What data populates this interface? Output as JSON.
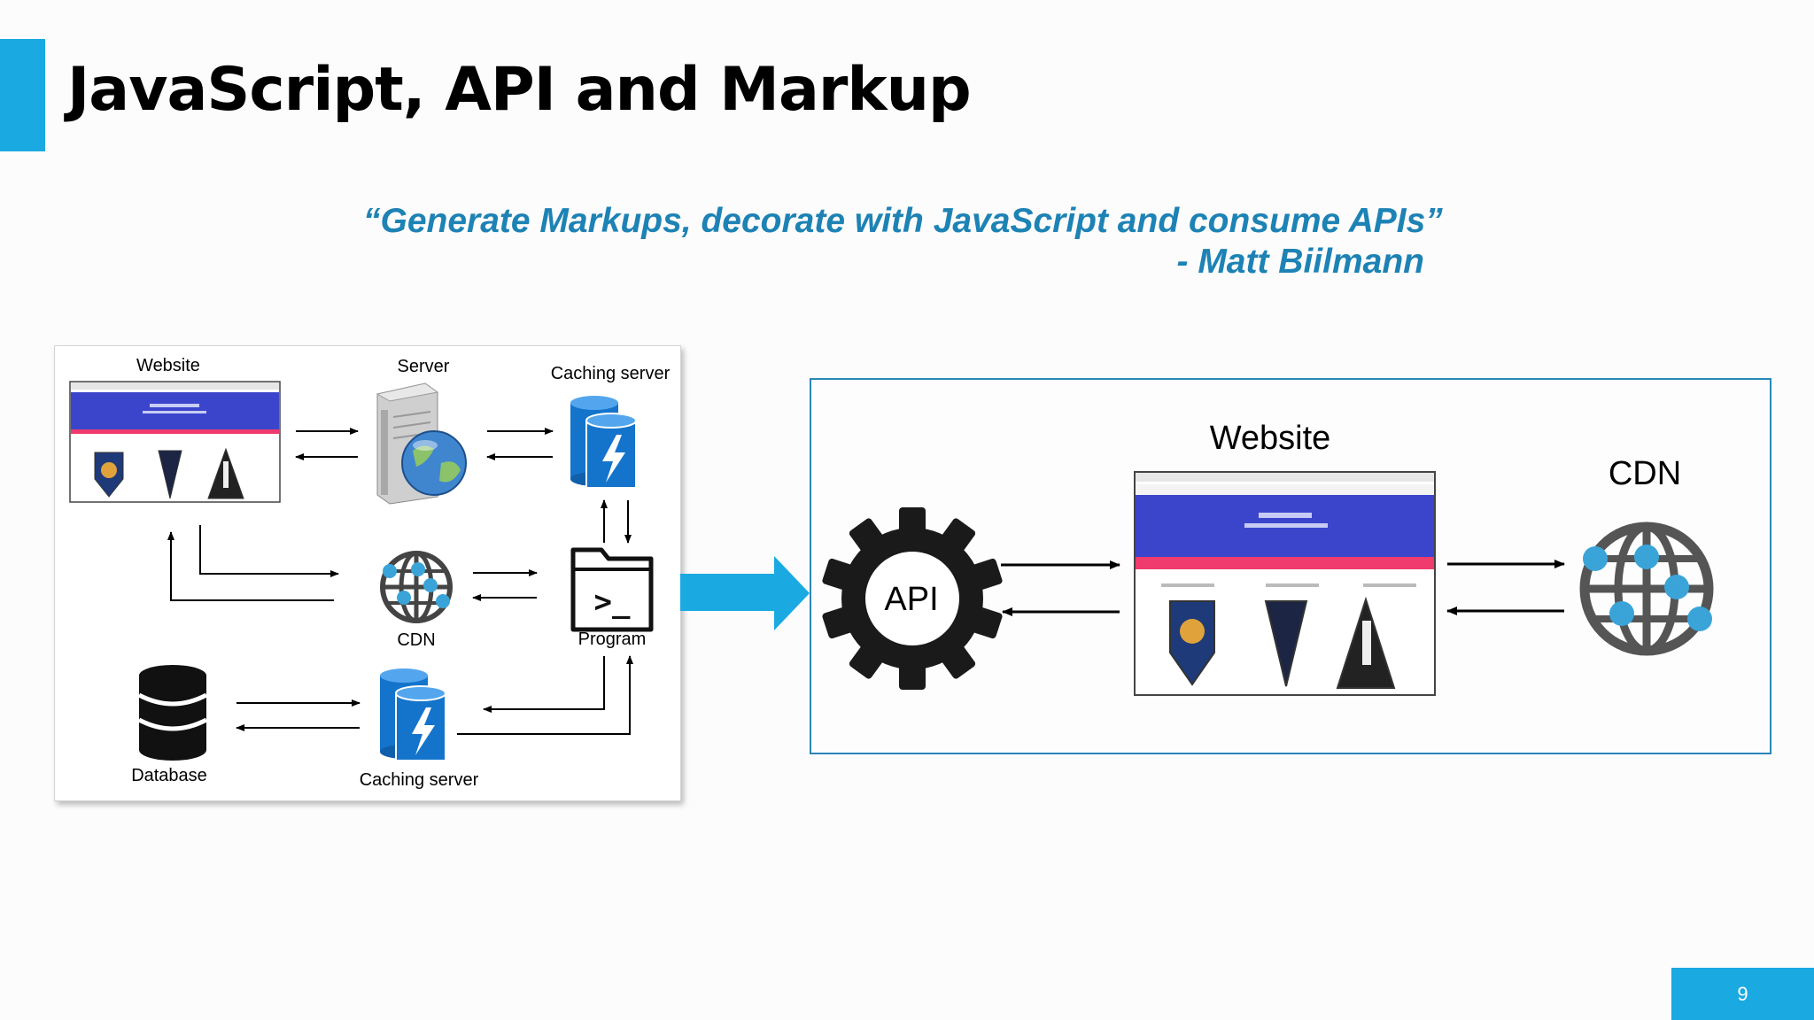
{
  "slide": {
    "title": "JavaScript, API and Markup",
    "quote": "“Generate Markups, decorate with JavaScript and consume APIs”",
    "author": "-  Matt Biilmann",
    "page_number": "9"
  },
  "left_diagram": {
    "website_label": "Website",
    "server_label": "Server",
    "caching_server_top_label": "Caching server",
    "cdn_label": "CDN",
    "program_label": "Program",
    "database_label": "Database",
    "caching_server_bottom_label": "Caching server",
    "program_glyph": ">_"
  },
  "right_diagram": {
    "api_label": "API",
    "website_label": "Website",
    "cdn_label": "CDN"
  },
  "colors": {
    "accent": "#1ba9e1",
    "quote": "#1d82b4",
    "panel_border": "#2a86b8",
    "site_header": "#3b45cc",
    "site_stripe": "#ef3b6d",
    "db_blue": "#1474cc",
    "cdn_node": "#3aa4d9",
    "icon_dark": "#1a1a1a"
  },
  "icons": [
    "website-screenshot",
    "server-globe-icon",
    "cache-db-icon",
    "globe-network-icon",
    "terminal-folder-icon",
    "database-icon",
    "gear-icon"
  ]
}
